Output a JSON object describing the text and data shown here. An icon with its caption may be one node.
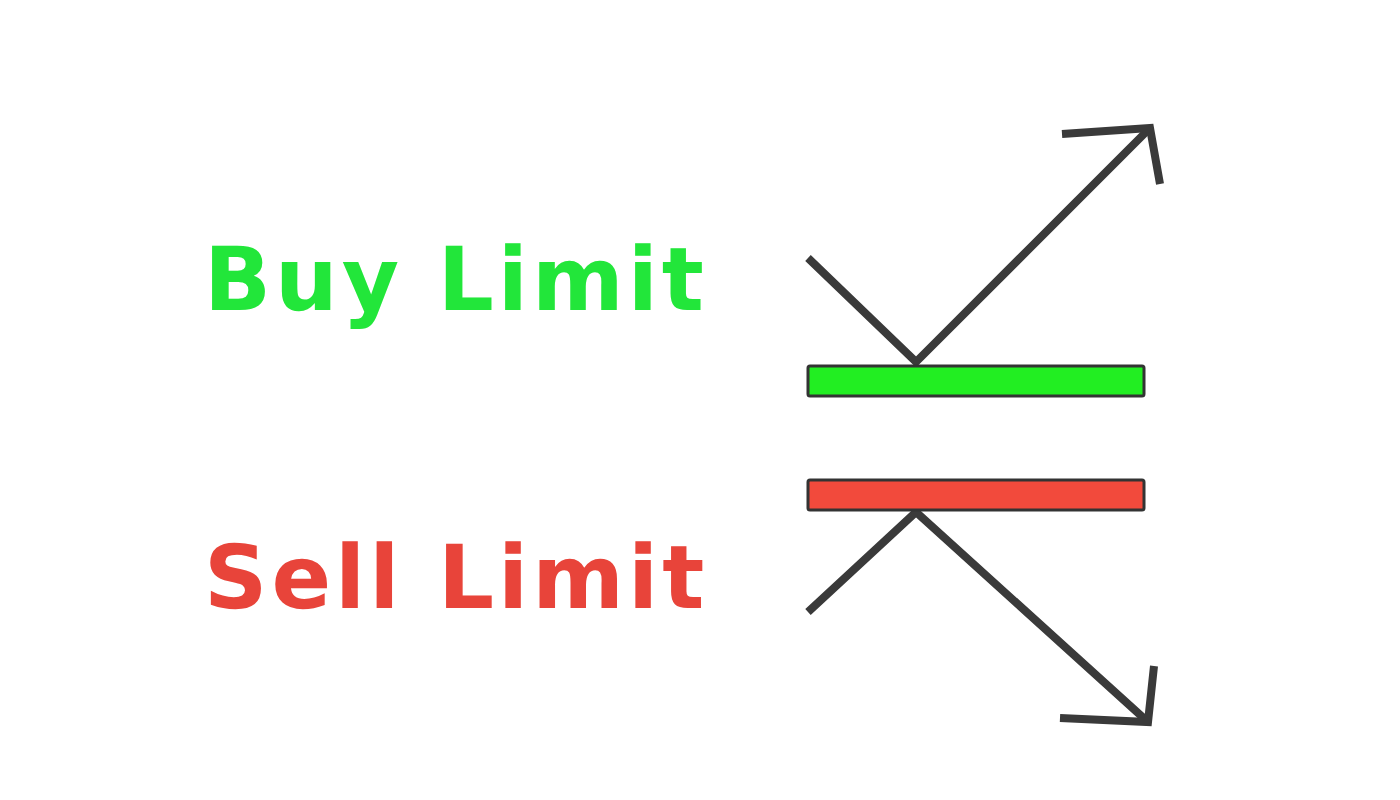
{
  "diagram": {
    "nodes": [
      {
        "text": [],
        "shape": "bar"
      },
      {
        "text": [],
        "shape": "bar"
      }
    ],
    "labels": [
      "Buy Limit",
      "Sell Limit"
    ]
  }
}
